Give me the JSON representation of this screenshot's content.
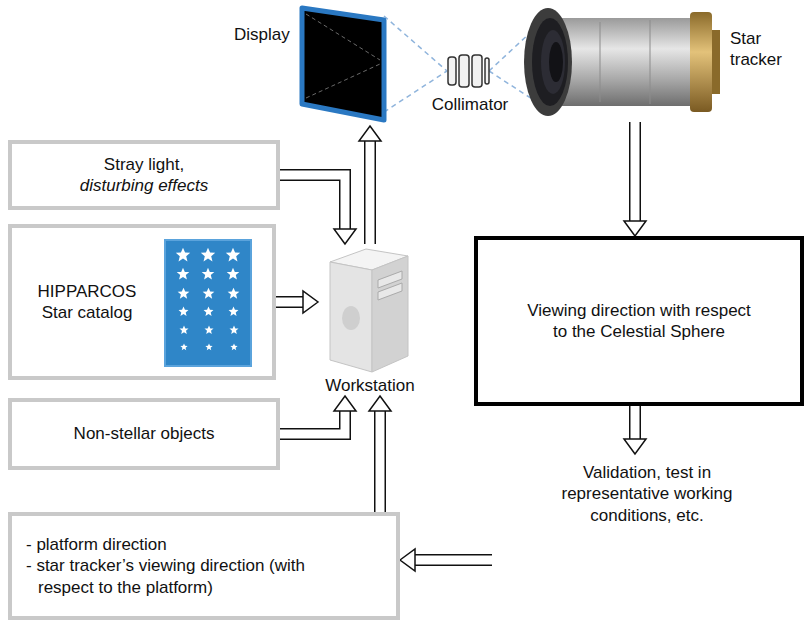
{
  "diagram": {
    "nodes": [
      {
        "text": [
          "Stray light,",
          "disturbing effects"
        ]
      },
      {
        "text": [
          "HIPPARCOS Star catalog"
        ]
      },
      {
        "text": [
          "Non-stellar objects"
        ]
      },
      {
        "text": [
          "- platform direction",
          "- star tracker’s viewing direction (with respect to the platform)"
        ]
      },
      {
        "text": [
          "Workstation"
        ]
      },
      {
        "text": [
          "Display"
        ]
      },
      {
        "text": [
          "Collimator"
        ]
      },
      {
        "text": [
          "Star tracker"
        ]
      },
      {
        "text": [
          "Viewing direction with respect to the Celestial Sphere"
        ]
      },
      {
        "text": [
          "Validation, test in representative working conditions, etc."
        ]
      }
    ],
    "edges": [
      {
        "from": 0,
        "to": 4,
        "arrow": "to"
      },
      {
        "from": 1,
        "to": 4,
        "arrow": "to"
      },
      {
        "from": 2,
        "to": 4,
        "arrow": "to"
      },
      {
        "from": 3,
        "to": 4,
        "arrow": "to"
      },
      {
        "from": 4,
        "to": 5,
        "arrow": "to"
      },
      {
        "from": 5,
        "to": 6,
        "arrow": "none"
      },
      {
        "from": 6,
        "to": 7,
        "arrow": "none"
      },
      {
        "from": 7,
        "to": 8,
        "arrow": "to"
      },
      {
        "from": 8,
        "to": 9,
        "arrow": "to"
      },
      {
        "from": 9,
        "to": 3,
        "arrow": "to"
      }
    ]
  }
}
